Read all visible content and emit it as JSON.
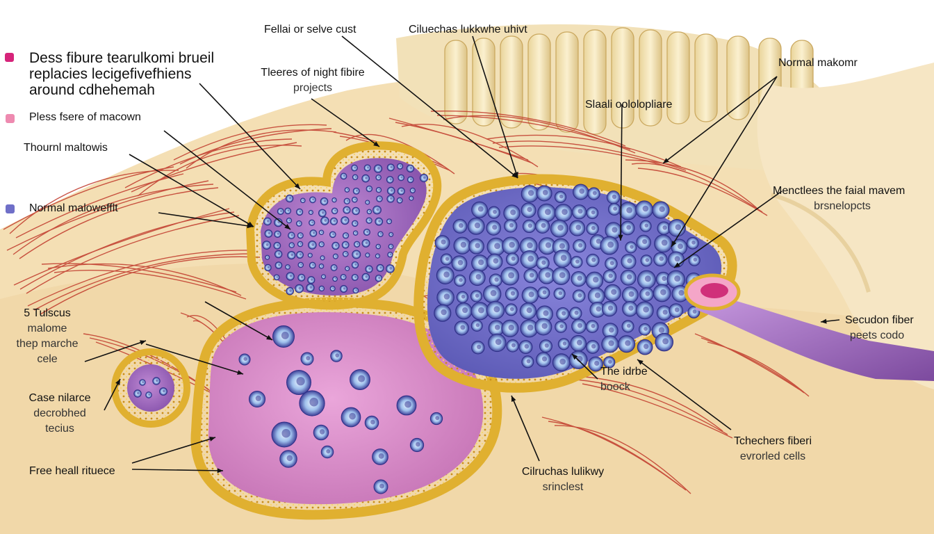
{
  "colors": {
    "magenta_marker": "#d6247a",
    "pink_marker": "#ee8ab0",
    "blue_marker": "#6f6fc8",
    "tissue_bg": "#f4dfb4",
    "fiber_red": "#c0392b",
    "capsule_gold": "#e0b030",
    "pink_lesion": "#d889c8",
    "purple_lesion": "#9a62b8",
    "blue_lesion": "#6e6bc6",
    "probe_purple": "#9a64b6"
  },
  "legend": [
    {
      "lines": [
        "Dess fibure tearulkomi brueil",
        "replacies lecigefivefhiens",
        "around cdhehemah"
      ],
      "marker": "magenta"
    },
    {
      "lines": [
        "Pless fsere of macown"
      ],
      "marker": "pink"
    },
    {
      "lines": [
        "Thournl maltowis"
      ],
      "marker": ""
    },
    {
      "lines": [
        "Normal malowefflt"
      ],
      "marker": "blue"
    }
  ],
  "labels": {
    "fellai": "Fellai or selve cust",
    "ciluechas_top": "Ciluechas lukkwhe uhivt",
    "tleeres_1": "Tleeres of night fibire",
    "tleeres_2": "projects",
    "normal_makomr": "Normal makomr",
    "slaali": "Slaali oololopliare",
    "menctlees_1": "Menctlees the faial mavem",
    "menctlees_2": "brsnelopcts",
    "tulscus_1": "5 Tulscus",
    "tulscus_2": "malome",
    "tulscus_3": "thep marche",
    "tulscus_4": "cele",
    "case_1": "Case nilarce",
    "case_2": "decrobhed",
    "case_3": "tecius",
    "free_heal": "Free heall rituece",
    "secudon_1": "Secudon fiber",
    "secudon_2": "peets codo",
    "idrbe_1": "The idrbe",
    "idrbe_2": "boock",
    "tchechers_1": "Tchechers fiberi",
    "tchechers_2": "evrorled cells",
    "ciluechas_bottom_1": "Cilruchas lulikwy",
    "ciluechas_bottom_2": "srinclest"
  }
}
